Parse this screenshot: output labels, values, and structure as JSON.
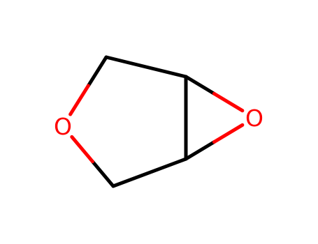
{
  "molecule": {
    "atoms": [
      {
        "id": "O1",
        "element": "O",
        "label": "O"
      },
      {
        "id": "O2",
        "element": "O",
        "label": "O"
      },
      {
        "id": "C1",
        "element": "C",
        "label": ""
      },
      {
        "id": "C2",
        "element": "C",
        "label": ""
      },
      {
        "id": "C3",
        "element": "C",
        "label": ""
      },
      {
        "id": "C4",
        "element": "C",
        "label": ""
      }
    ],
    "bonds": [
      {
        "from": "C1",
        "to": "C3",
        "order": 1
      },
      {
        "from": "C3",
        "to": "C4",
        "order": 1
      },
      {
        "from": "C4",
        "to": "C2",
        "order": 1
      },
      {
        "from": "C1",
        "to": "O1",
        "order": 1
      },
      {
        "from": "C2",
        "to": "O1",
        "order": 1
      },
      {
        "from": "C3",
        "to": "O2",
        "order": 1
      },
      {
        "from": "C4",
        "to": "O2",
        "order": 1
      }
    ]
  },
  "colors": {
    "oxygen": "#ff0000",
    "carbon": "#000000",
    "background": "#ffffff"
  }
}
